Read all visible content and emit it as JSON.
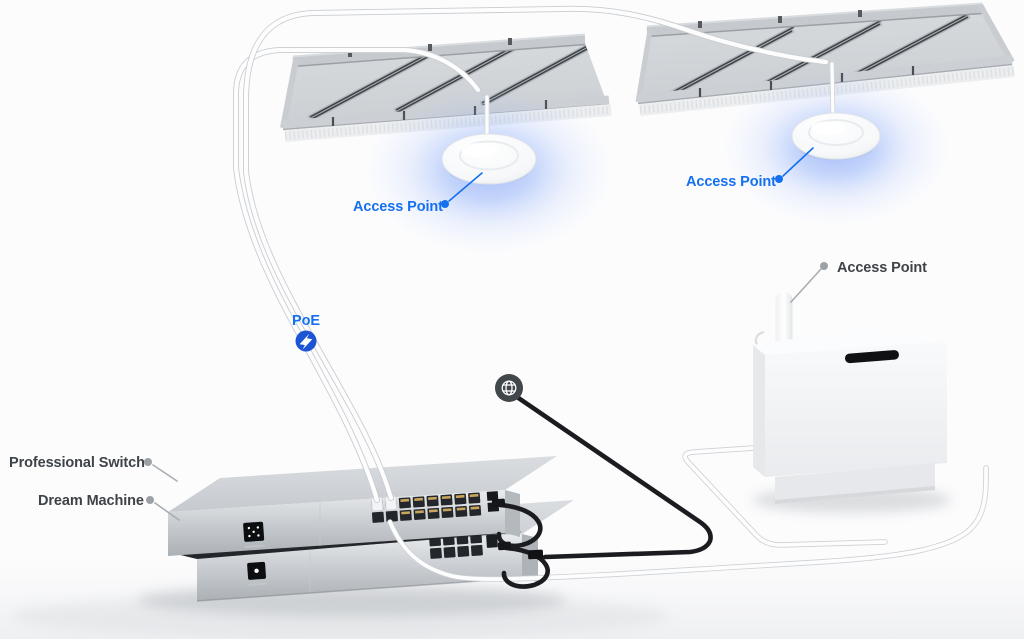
{
  "labels": {
    "access_point_1": "Access Point",
    "access_point_2": "Access Point",
    "access_point_3": "Access Point",
    "poe": "PoE",
    "professional_switch": "Professional Switch",
    "dream_machine": "Dream Machine"
  },
  "icons": {
    "poe_badge": "lightning-icon",
    "internet": "globe-icon"
  },
  "colors": {
    "label_blue": "#1570EF",
    "poe_badge_blue": "#1B55D3",
    "label_dark": "#3E4348",
    "pointer_gray": "#A8ADB2",
    "dot_gray": "#9CA1A6",
    "glow_blue": "#5E8FF2",
    "cable_black": "#1A1C20",
    "chassis_silver": "#CDD1D5"
  }
}
